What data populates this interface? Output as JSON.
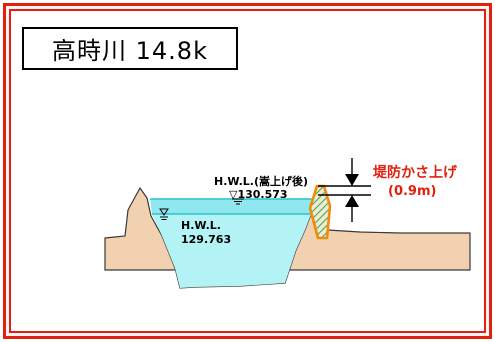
{
  "title": "高時川 14.8k",
  "labels": {
    "hwl_raised": "H.W.L.(嵩上げ後)",
    "hwl_raised_value": "▽130.573",
    "hwl": "H.W.L.",
    "hwl_value": "129.763",
    "levee_raise": "堤防かさ上げ",
    "levee_raise_amount": "(0.9m)"
  },
  "colors": {
    "frame": "#e3200f",
    "ground": "#f2d1b0",
    "water": "#b3f2f5",
    "water_surface": "#2cc3cc",
    "levee_raise": "#f08c0a",
    "levee_hatch": "#2db84a",
    "arrow": "#000000"
  }
}
